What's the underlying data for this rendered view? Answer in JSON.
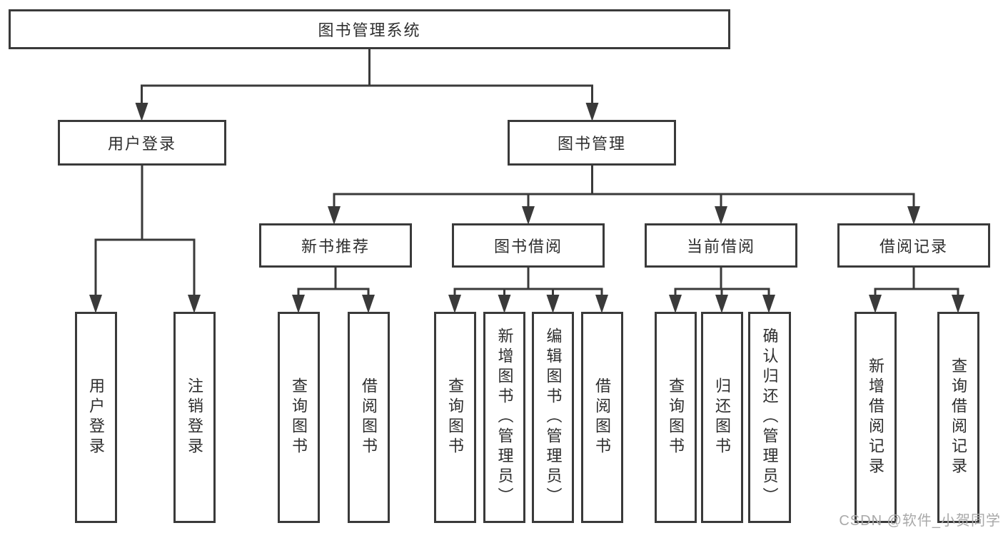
{
  "nodes": {
    "root": {
      "label": "图书管理系统"
    },
    "user_login": {
      "label": "用户登录"
    },
    "book_management": {
      "label": "图书管理"
    },
    "new_book_recommend": {
      "label": "新书推荐"
    },
    "book_borrowing": {
      "label": "图书借阅"
    },
    "current_borrowing": {
      "label": "当前借阅"
    },
    "borrowing_records": {
      "label": "借阅记录"
    },
    "leaves": {
      "user_login": {
        "label": "用户登录"
      },
      "logout": {
        "label": "注销登录"
      },
      "nbr_query": {
        "label": "查询图书"
      },
      "nbr_borrow": {
        "label": "借阅图书"
      },
      "bb_query": {
        "label": "查询图书"
      },
      "bb_add": {
        "label": "新增图书（管理员）"
      },
      "bb_edit": {
        "label": "编辑图书（管理员）"
      },
      "bb_borrow": {
        "label": "借阅图书"
      },
      "cb_query": {
        "label": "查询图书"
      },
      "cb_return": {
        "label": "归还图书"
      },
      "cb_confirm": {
        "label": "确认归还（管理员）"
      },
      "br_add": {
        "label": "新增借阅记录"
      },
      "br_query": {
        "label": "查询借阅记录"
      }
    }
  },
  "hierarchy": {
    "图书管理系统": {
      "用户登录": [
        "用户登录",
        "注销登录"
      ],
      "图书管理": {
        "新书推荐": [
          "查询图书",
          "借阅图书"
        ],
        "图书借阅": [
          "查询图书",
          "新增图书（管理员）",
          "编辑图书（管理员）",
          "借阅图书"
        ],
        "当前借阅": [
          "查询图书",
          "归还图书",
          "确认归还（管理员）"
        ],
        "借阅记录": [
          "新增借阅记录",
          "查询借阅记录"
        ]
      }
    }
  },
  "watermark": {
    "text": "CSDN @软件_小贺同学"
  },
  "colors": {
    "line": "#3a3a3a",
    "text": "#2e2e2e",
    "watermark": "#a9a9a9",
    "background": "#ffffff"
  }
}
